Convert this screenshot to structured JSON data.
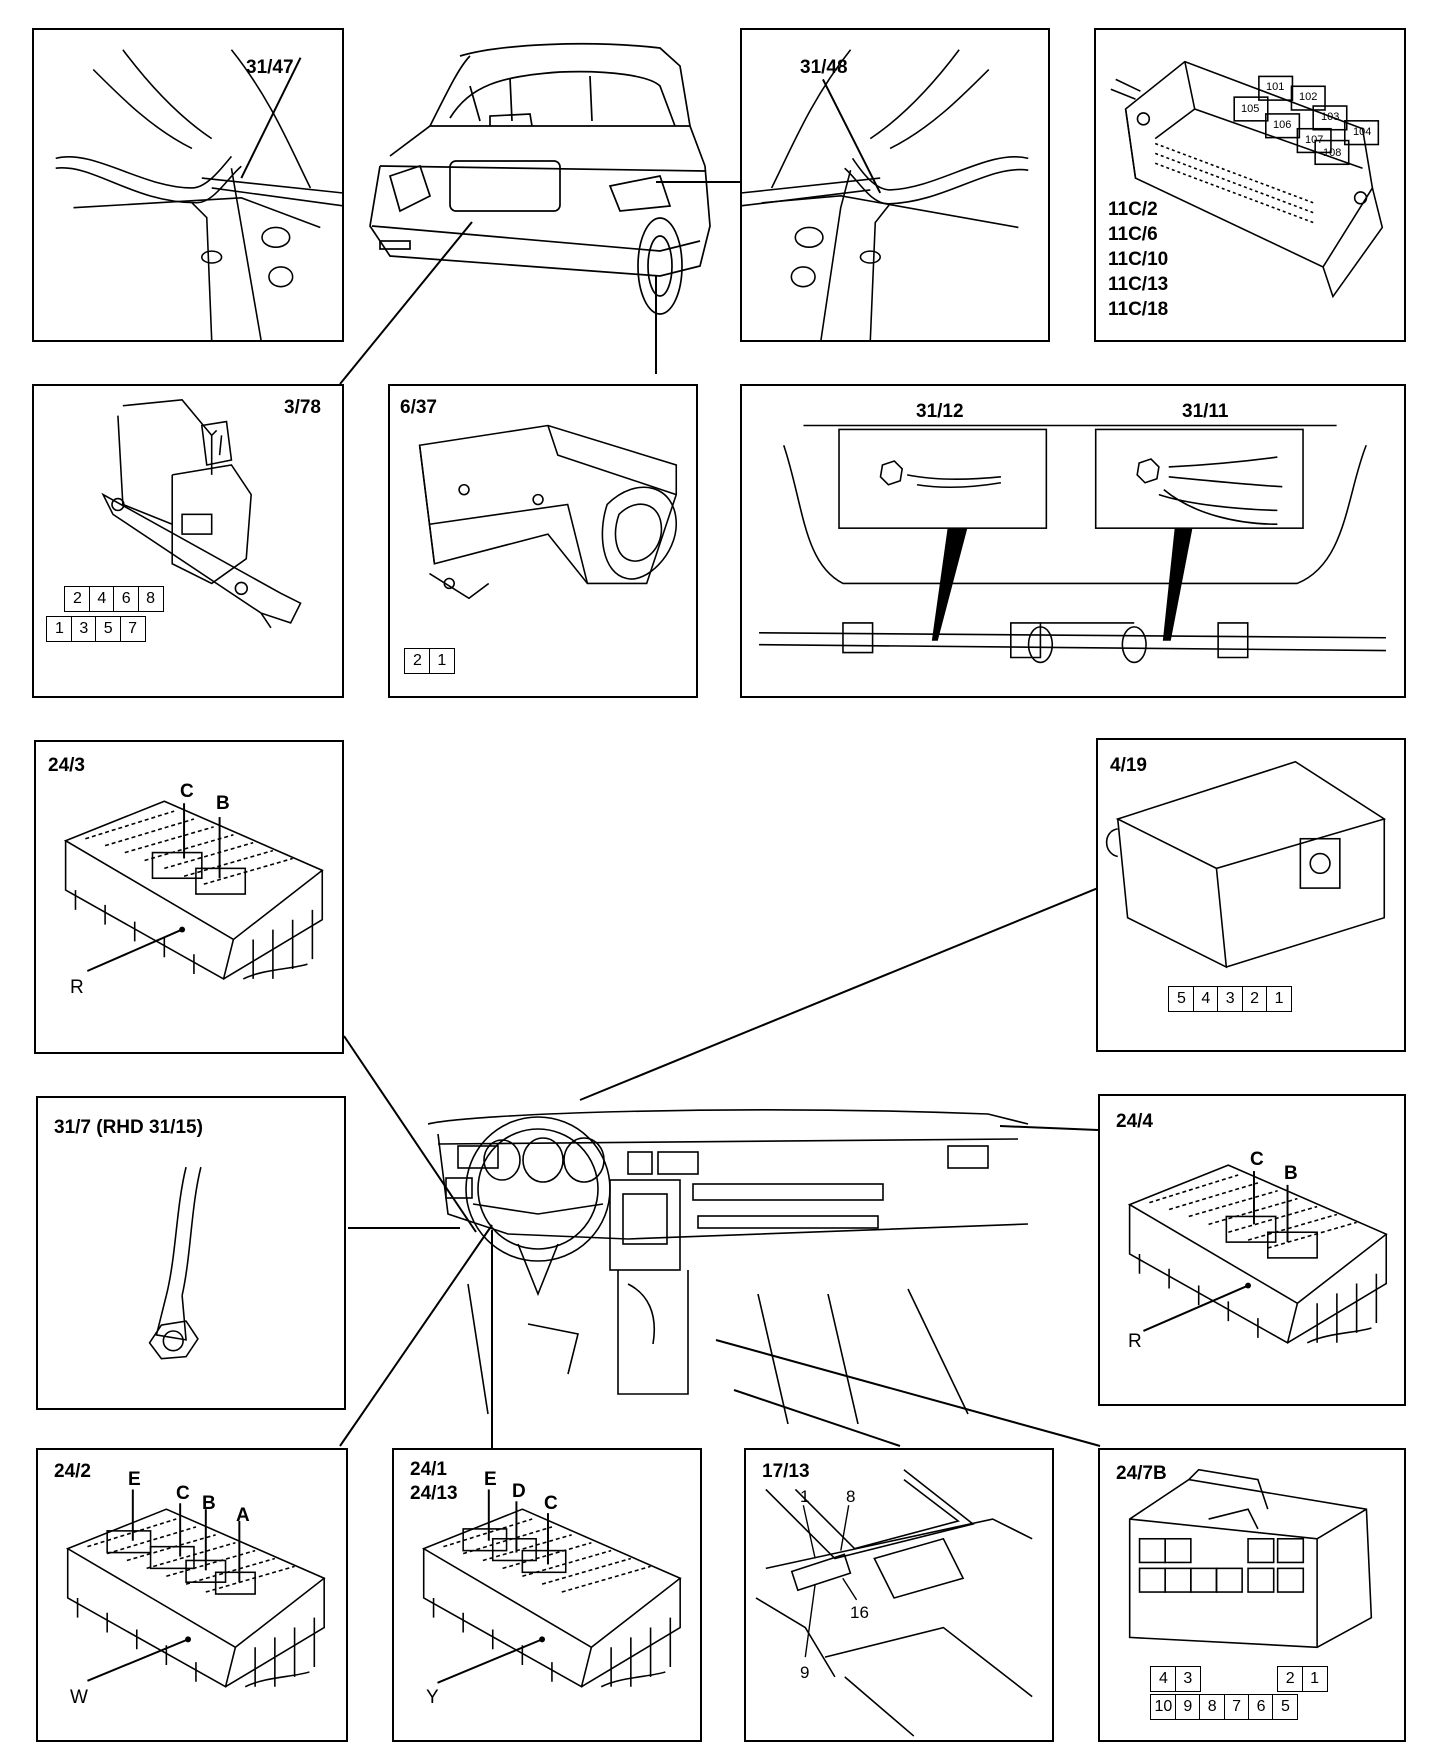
{
  "panels": {
    "p3147": {
      "label": "31/47"
    },
    "p3148": {
      "label": "31/48"
    },
    "p11c": {
      "relays": [
        "101",
        "102",
        "105",
        "103",
        "106",
        "104",
        "107",
        "108"
      ],
      "labels": [
        "11C/2",
        "11C/6",
        "11C/10",
        "11C/13",
        "11C/18"
      ]
    },
    "p378": {
      "label": "3/78",
      "pins_top": [
        "2",
        "4",
        "6",
        "8"
      ],
      "pins_bottom": [
        "1",
        "3",
        "5",
        "7"
      ]
    },
    "p637": {
      "label": "6/37",
      "pins": [
        "2",
        "1"
      ]
    },
    "p3112": {
      "label_left": "31/12",
      "label_right": "31/11"
    },
    "p243": {
      "label": "24/3",
      "pointers": [
        "C",
        "B",
        "R"
      ]
    },
    "p419": {
      "label": "4/19",
      "pins": [
        "5",
        "4",
        "3",
        "2",
        "1"
      ]
    },
    "p317": {
      "label": "31/7 (RHD 31/15)"
    },
    "p244": {
      "label": "24/4",
      "pointers": [
        "C",
        "B",
        "R"
      ]
    },
    "p242": {
      "label": "24/2",
      "pointers": [
        "E",
        "C",
        "B",
        "A",
        "W"
      ]
    },
    "p241": {
      "label_1": "24/1",
      "label_2": "24/13",
      "pointers": [
        "E",
        "D",
        "C",
        "Y"
      ]
    },
    "p1713": {
      "label": "17/13",
      "pins": [
        "1",
        "8",
        "16",
        "9"
      ]
    },
    "p247b": {
      "label": "24/7B",
      "pins_top": [
        "4",
        "3",
        "2",
        "1"
      ],
      "pins_bottom": [
        "10",
        "9",
        "8",
        "7",
        "6",
        "5"
      ]
    }
  }
}
